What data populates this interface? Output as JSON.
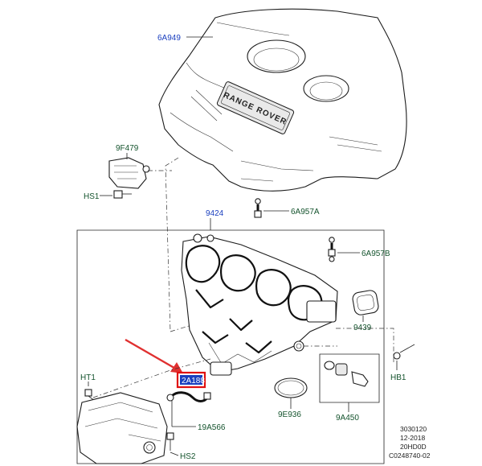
{
  "parts": {
    "engine_cover": "6A949",
    "sensor": "9F479",
    "sensor_bolt": "HS1",
    "manifold": "9424",
    "stud_upper": "6A957A",
    "stud_lower": "6A957B",
    "gasket_small": "9439",
    "bolt_right": "HB1",
    "highlighted": "2A188",
    "bolt_left": "HT1",
    "hose": "19A566",
    "bolt_lower": "HS2",
    "o_ring": "9E936",
    "fitting_kit": "9A450"
  },
  "logo_text": "RANGE ROVER",
  "reference": {
    "line1": "3030120",
    "line2": "12-2018",
    "line3": "20HD0D",
    "line4": "C0248740-02"
  },
  "colors": {
    "label_blue": "#1a3fbf",
    "label_green": "#14532d",
    "highlight_box": "#e01010",
    "arrow": "#e03030"
  }
}
